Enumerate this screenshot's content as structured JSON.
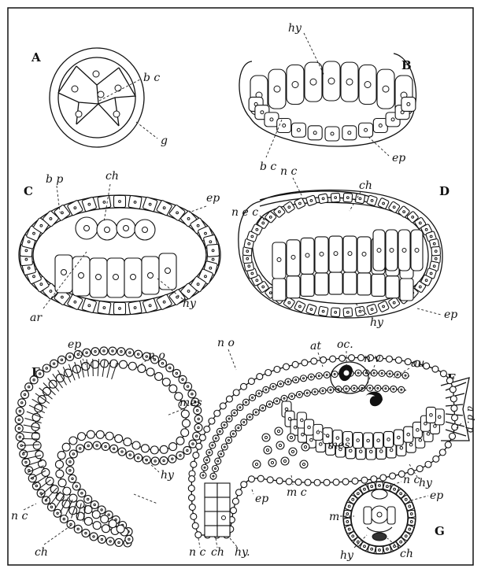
{
  "panels": {
    "A": {
      "letter": "A",
      "labels": {
        "bc": "b c",
        "g": "g"
      }
    },
    "B": {
      "letter": "B",
      "labels": {
        "hy": "hy",
        "bc": "b c",
        "ep": "ep"
      }
    },
    "C": {
      "letter": "C",
      "labels": {
        "bp": "b p",
        "ch": "ch",
        "ep": "ep",
        "ar": "ar",
        "hy": "hy"
      }
    },
    "D": {
      "letter": "D",
      "labels": {
        "nc": "n c",
        "nec": "n e c",
        "ch": "ch",
        "ep": "ep",
        "hy": "hy"
      }
    },
    "E": {
      "letter": "E",
      "labels": {
        "ep": "ep",
        "no": "n o",
        "mes": "mes",
        "hy": "hy",
        "nc": "n c",
        "ch": "ch"
      }
    },
    "F": {
      "letter": "F",
      "labels": {
        "no": "n o",
        "at": "at",
        "oc": "oc.",
        "nv": "n v",
        "au": "au",
        "adp": "a d. p",
        "mes": "mes",
        "hy": "hy",
        "mc": "m c",
        "ep": "ep",
        "nc": "n c",
        "ch": "ch",
        "hy2": "hy."
      }
    },
    "G": {
      "letter": "G",
      "labels": {
        "nc": "n c",
        "ep": "ep",
        "m": "m",
        "hy": "hy",
        "ch": "ch"
      }
    }
  }
}
